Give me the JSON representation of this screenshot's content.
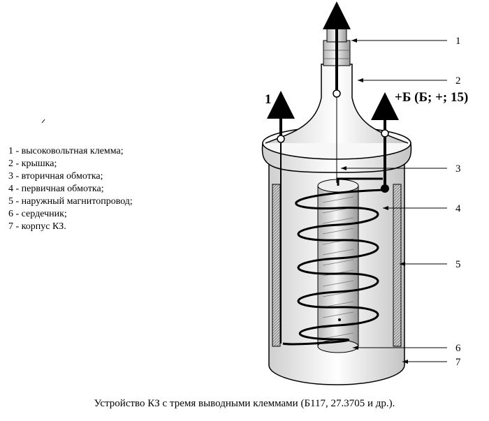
{
  "legend": [
    "1 - высоковольтная клемма;",
    "2 - крышка;",
    "3 - вторичная обмотка;",
    "4 - первичная обмотка;",
    "5 - наружный магнитопровод;",
    "6 - сердечник;",
    "7 - корпус КЗ."
  ],
  "labels": {
    "n1": "1",
    "n2": "2",
    "n3": "3",
    "n4": "4",
    "n5": "5",
    "n6": "6",
    "n7": "7",
    "terminal_left": "1",
    "terminal_right": "+Б (Б; +; 15)"
  },
  "caption": "Устройство КЗ с тремя выводными клеммами (Б117, 27.3705 и др.)."
}
